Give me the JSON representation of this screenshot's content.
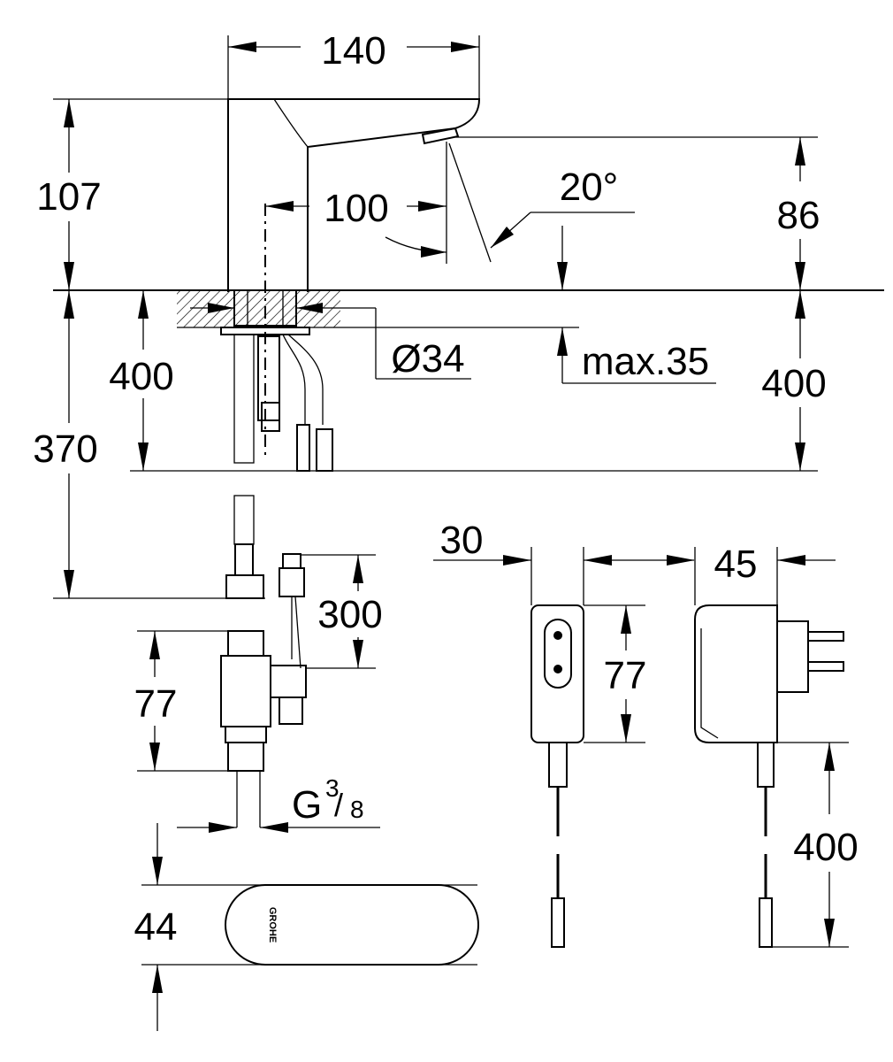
{
  "dimensions": {
    "faucet_width": "140",
    "faucet_height": "107",
    "spout_reach": "100",
    "spray_angle": "20°",
    "outlet_height": "86",
    "below_deck_left": "400",
    "below_deck_right": "400",
    "hose_length": "370",
    "bore_diameter": "Ø34",
    "deck_thickness": "max.35",
    "cable_length": "300",
    "valve_height": "77",
    "thread_size": "G",
    "thread_numerator": "3",
    "thread_denominator": "8",
    "base_depth": "44",
    "adapter_width": "30",
    "adapter_height": "77",
    "adapter_depth": "45",
    "adapter_cable_length": "400"
  },
  "base_logo": "GROHE",
  "colors": {
    "line": "#000000",
    "background": "#ffffff"
  }
}
